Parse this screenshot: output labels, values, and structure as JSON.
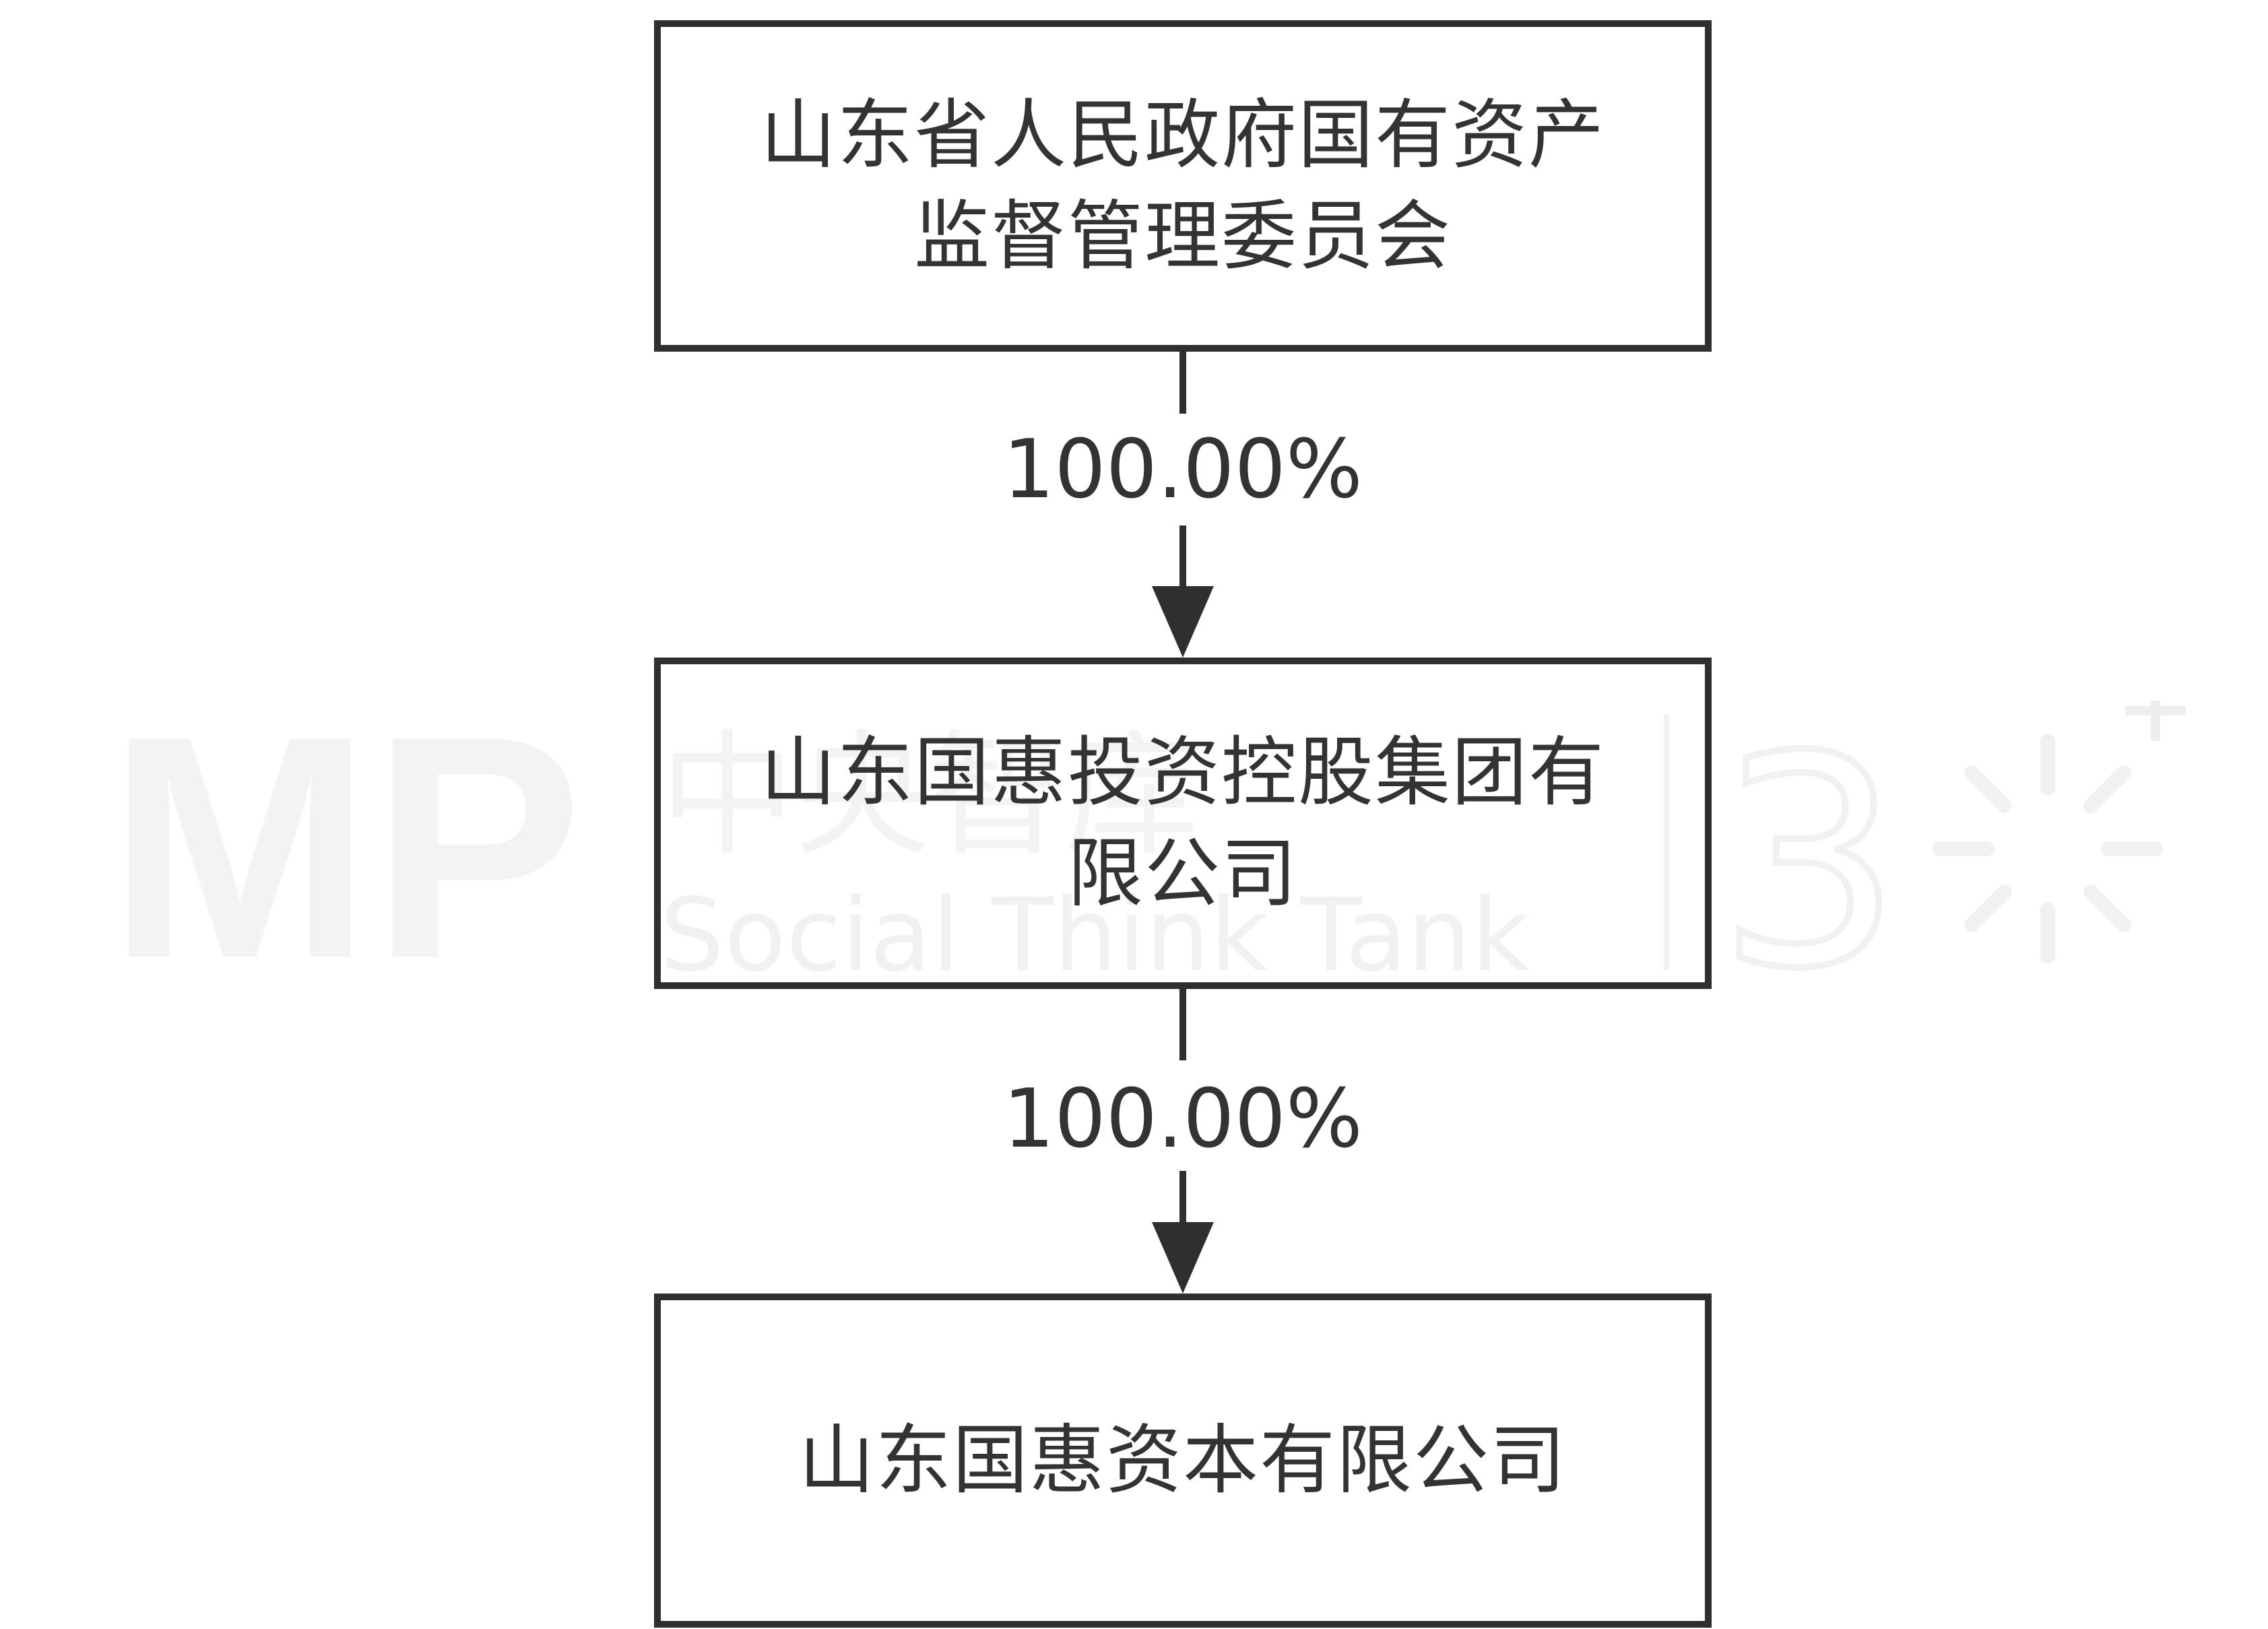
{
  "nodes": [
    {
      "lines": [
        "山东省人民政府国有资产",
        "监督管理委员会"
      ]
    },
    {
      "lines": [
        "山东国惠投资控股集团有",
        "限公司"
      ]
    },
    {
      "lines": [
        "山东国惠资本有限公司"
      ]
    }
  ],
  "edges": [
    {
      "label": "100.00%"
    },
    {
      "label": "100.00%"
    }
  ],
  "watermark": {
    "logo": "MP",
    "title": "中央智库",
    "subtitle": "Social Think Tank",
    "number": "3"
  },
  "colors": {
    "line": "#2f2f2f",
    "text": "#333333",
    "watermark": "#f1f1f1"
  }
}
